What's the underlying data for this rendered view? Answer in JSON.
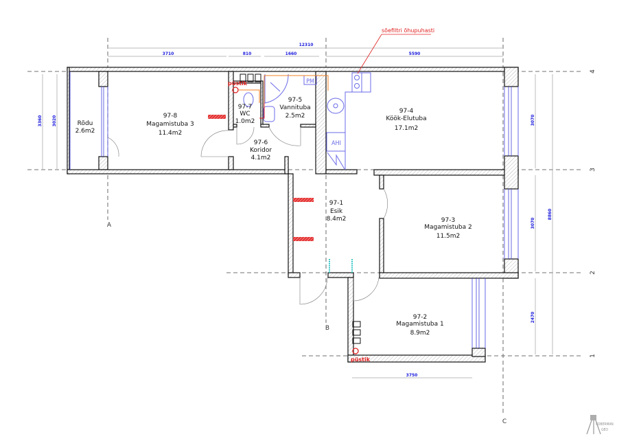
{
  "rooms": [
    {
      "id": "97-8",
      "name": "Magamistuba 3",
      "area": "11.4m2"
    },
    {
      "id": "97-7",
      "name": "WC",
      "area": "1.0m2"
    },
    {
      "id": "97-5",
      "name": "Vannituba",
      "area": "2.5m2"
    },
    {
      "id": "97-6",
      "name": "Koridor",
      "area": "4.1m2"
    },
    {
      "id": "97-4",
      "name": "Köök-Elutuba",
      "area": "17.1m2"
    },
    {
      "id": "97-1",
      "name": "Esik",
      "area": "8.4m2"
    },
    {
      "id": "97-3",
      "name": "Magamistuba 2",
      "area": "11.5m2"
    },
    {
      "id": "97-2",
      "name": "Magamistuba 1",
      "area": "8.9m2"
    }
  ],
  "balcony": {
    "name": "Rõdu",
    "area": "2.6m2"
  },
  "dimensions": {
    "top_total": "12310",
    "top_segments": [
      "3710",
      "810",
      "1660",
      "5590"
    ],
    "right_segments": [
      "3070",
      "3070",
      "2470"
    ],
    "right_total": "8860",
    "left": [
      "3360",
      "3020"
    ],
    "bottom": "3750"
  },
  "axes": {
    "rows": [
      "4",
      "3",
      "2",
      "1"
    ],
    "cols": [
      "A",
      "B",
      "C"
    ]
  },
  "annotations": {
    "riser": "püstik",
    "hood": "sõefiltri õhupuhasti",
    "pm": "PM",
    "oven": "AHI"
  },
  "logo": {
    "line1": "KOBERMAN",
    "line2": "GEO"
  },
  "colors": {
    "wall": "#111111",
    "dimension": "#1a1adc",
    "annotation": "#e02020",
    "fixture": "#6a6ae8",
    "pipe": "#f08020"
  }
}
